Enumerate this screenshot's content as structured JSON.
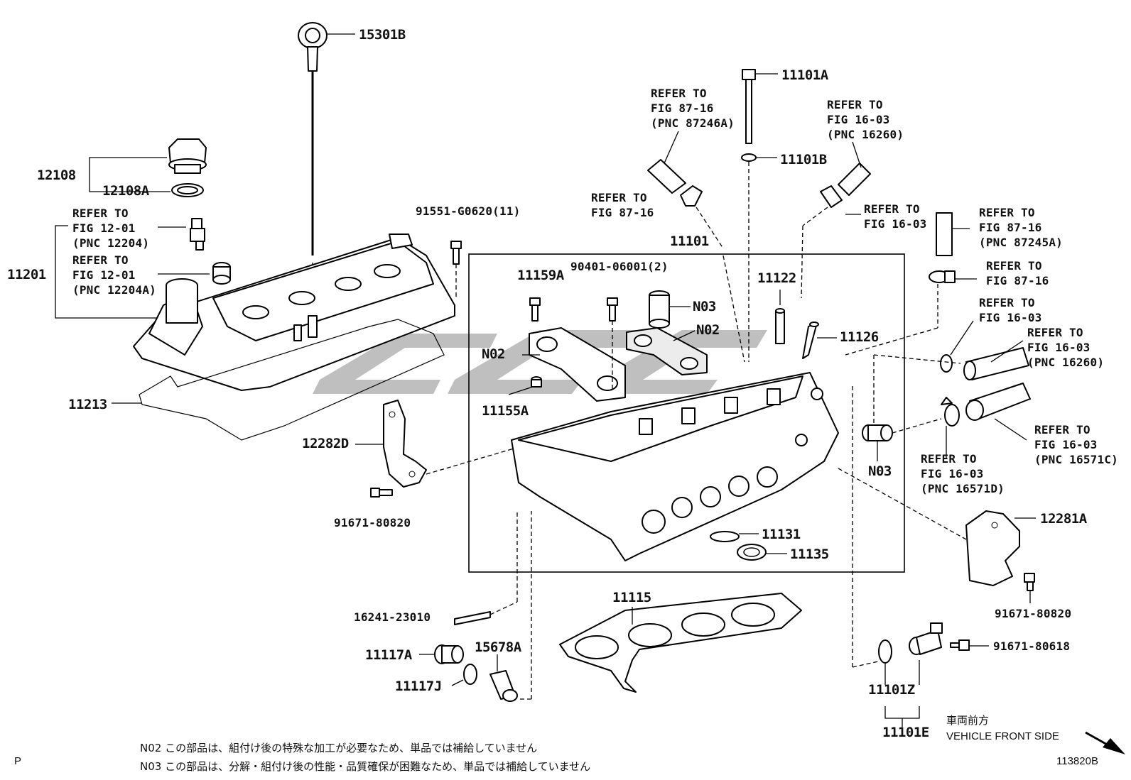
{
  "labels": {
    "p15301B": "15301B",
    "p12108": "12108",
    "p12108A": "12108A",
    "p11201": "11201",
    "p91551": "91551-G0620(11)",
    "p11213": "11213",
    "p12282D": "12282D",
    "p91671_80820_left": "91671-80820",
    "p11101A": "11101A",
    "p11101B": "11101B",
    "p11101": "11101",
    "p11159A": "11159A",
    "p90401": "90401-06001(2)",
    "p11122": "11122",
    "p11126": "11126",
    "n03_a": "N03",
    "n02_a": "N02",
    "n02_b": "N02",
    "p11155A": "11155A",
    "n03_b": "N03",
    "p12281A": "12281A",
    "p91671_80820_right": "91671-80820",
    "p11131": "11131",
    "p11135": "11135",
    "p11115": "11115",
    "p16241": "16241-23010",
    "p11117A": "11117A",
    "p11117J": "11117J",
    "p15678A": "15678A",
    "p91671_80618": "91671-80618",
    "p11101Z": "11101Z",
    "p11101E": "11101E"
  },
  "refs": {
    "r1": [
      "REFER TO",
      "FIG 12-01",
      "(PNC 12204)"
    ],
    "r2": [
      "REFER TO",
      "FIG 12-01",
      "(PNC 12204A)"
    ],
    "r3": [
      "REFER TO",
      "FIG 87-16",
      "(PNC 87246A)"
    ],
    "r4": [
      "REFER TO",
      "FIG 87-16"
    ],
    "r5": [
      "REFER TO",
      "FIG 16-03",
      "(PNC 16260)"
    ],
    "r6": [
      "REFER TO",
      "FIG 16-03"
    ],
    "r7": [
      "REFER TO",
      "FIG 87-16",
      "(PNC 87245A)"
    ],
    "r8": [
      "REFER TO",
      "FIG 87-16"
    ],
    "r9": [
      "REFER TO",
      "FIG 16-03"
    ],
    "r10": [
      "REFER TO",
      "FIG 16-03",
      "(PNC 16260)"
    ],
    "r11": [
      "REFER TO",
      "FIG 16-03",
      "(PNC 16571C)"
    ],
    "r12": [
      "REFER TO",
      "FIG 16-03",
      "(PNC 16571D)"
    ]
  },
  "notes": {
    "n02": "N02  この部品は、組付け後の特殊な加工が必要なため、単品では補給していません",
    "n03": "N03  この部品は、分解・組付け後の性能・品質確保が困難なため、単品では補給していません"
  },
  "direction": {
    "jp": "車両前方",
    "en": "VEHICLE FRONT SIDE"
  },
  "footer": {
    "page_mark": "P",
    "figure_code": "113820B"
  }
}
